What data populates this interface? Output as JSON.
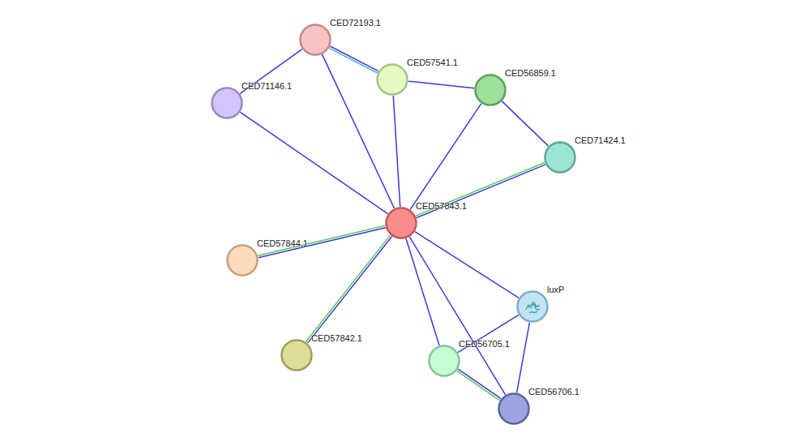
{
  "diagram": {
    "nodes": [
      {
        "text": [
          "CED72193.1"
        ]
      },
      {
        "text": [
          "CED57541.1"
        ]
      },
      {
        "text": [
          "CED56859.1"
        ]
      },
      {
        "text": [
          "CED71146.1"
        ]
      },
      {
        "text": [
          "CED71424.1"
        ]
      },
      {
        "text": [
          "CED57843.1"
        ]
      },
      {
        "text": [
          "CED57844.1"
        ]
      },
      {
        "text": [
          "luxP"
        ]
      },
      {
        "text": [
          "CED57842.1"
        ]
      },
      {
        "text": [
          "CED56705.1"
        ]
      },
      {
        "text": [
          "CED56706.1"
        ]
      }
    ],
    "edges": [
      {
        "from": 0,
        "to": 1,
        "arrow": "none"
      },
      {
        "from": 0,
        "to": 3,
        "arrow": "none"
      },
      {
        "from": 0,
        "to": 5,
        "arrow": "none"
      },
      {
        "from": 1,
        "to": 2,
        "arrow": "none"
      },
      {
        "from": 1,
        "to": 5,
        "arrow": "none"
      },
      {
        "from": 2,
        "to": 5,
        "arrow": "none"
      },
      {
        "from": 2,
        "to": 4,
        "arrow": "none"
      },
      {
        "from": 4,
        "to": 5,
        "arrow": "none"
      },
      {
        "from": 3,
        "to": 5,
        "arrow": "none"
      },
      {
        "from": 5,
        "to": 6,
        "arrow": "none"
      },
      {
        "from": 5,
        "to": 8,
        "arrow": "none"
      },
      {
        "from": 5,
        "to": 9,
        "arrow": "none"
      },
      {
        "from": 5,
        "to": 10,
        "arrow": "none"
      },
      {
        "from": 5,
        "to": 7,
        "arrow": "none"
      },
      {
        "from": 7,
        "to": 9,
        "arrow": "none"
      },
      {
        "from": 7,
        "to": 10,
        "arrow": "none"
      },
      {
        "from": 9,
        "to": 10,
        "arrow": "none"
      }
    ]
  }
}
